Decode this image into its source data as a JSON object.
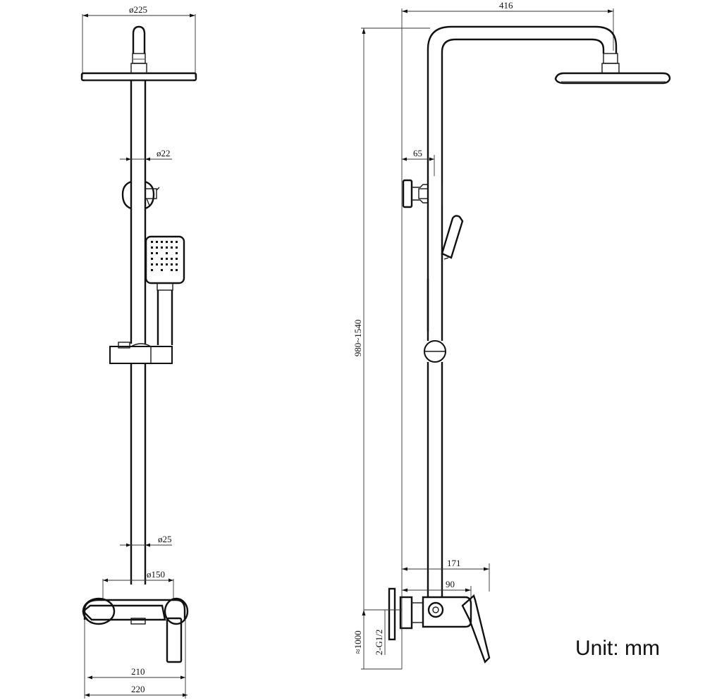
{
  "front_view": {
    "dim_head_diameter": "ø225",
    "dim_pipe_upper": "ø22",
    "dim_pipe_lower": "ø25",
    "dim_valve_centers": "ø150",
    "dim_width_inner": "210",
    "dim_width_outer": "220"
  },
  "side_view": {
    "dim_arm_reach": "416",
    "dim_wall_offset": "65",
    "dim_total_height": "980~1540",
    "dim_mixer_depth": "171",
    "dim_mixer_body": "90",
    "dim_inlet_height": "≈1000",
    "dim_inlet_thread": "2-G1/2"
  },
  "unit_label": "Unit: mm"
}
